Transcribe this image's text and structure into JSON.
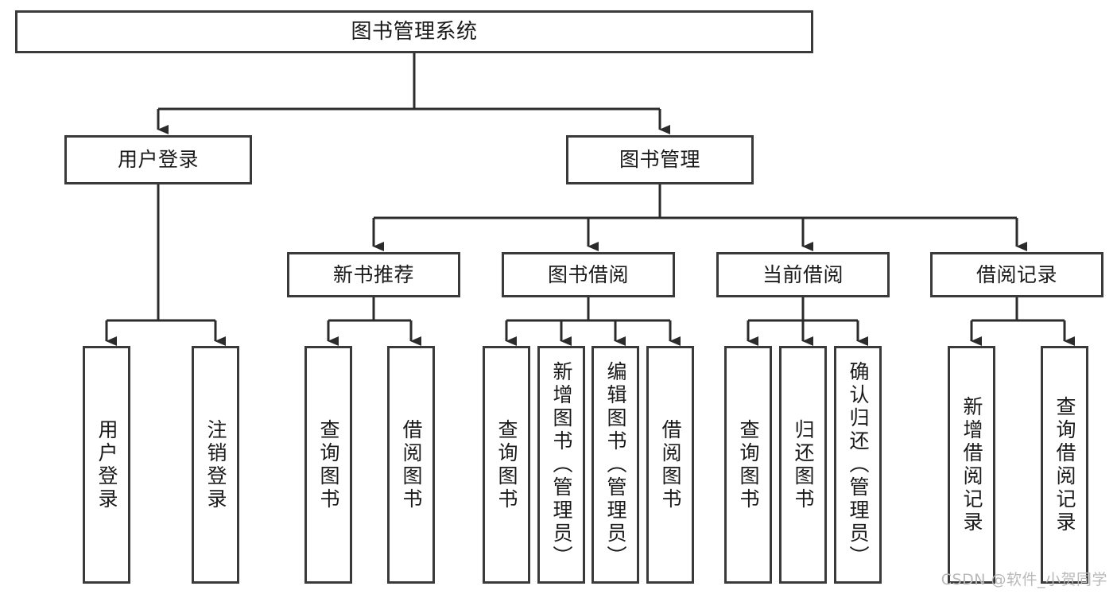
{
  "diagram": {
    "type": "tree-hierarchy-flowchart",
    "title_node": {
      "label": "图书管理系统"
    },
    "level2": [
      {
        "id": "user-login",
        "label": "用户登录"
      },
      {
        "id": "book-management",
        "label": "图书管理"
      }
    ],
    "level3": [
      {
        "id": "new-book-recommend",
        "label": "新书推荐",
        "parent": "book-management"
      },
      {
        "id": "book-borrow",
        "label": "图书借阅",
        "parent": "book-management"
      },
      {
        "id": "current-borrow",
        "label": "当前借阅",
        "parent": "book-management"
      },
      {
        "id": "borrow-record",
        "label": "借阅记录",
        "parent": "book-management"
      }
    ],
    "leaves": [
      {
        "id": "leaf-user-login",
        "label": "用户登录",
        "parent": "user-login"
      },
      {
        "id": "leaf-logout-login",
        "label": "注销登录",
        "parent": "user-login"
      },
      {
        "id": "leaf-query-book-1",
        "label": "查询图书",
        "parent": "new-book-recommend"
      },
      {
        "id": "leaf-borrow-book-1",
        "label": "借阅图书",
        "parent": "new-book-recommend"
      },
      {
        "id": "leaf-query-book-2",
        "label": "查询图书",
        "parent": "book-borrow"
      },
      {
        "id": "leaf-add-book",
        "label": "新增图书（管理员）",
        "parent": "book-borrow"
      },
      {
        "id": "leaf-edit-book",
        "label": "编辑图书（管理员）",
        "parent": "book-borrow"
      },
      {
        "id": "leaf-borrow-book-2",
        "label": "借阅图书",
        "parent": "book-borrow"
      },
      {
        "id": "leaf-query-book-3",
        "label": "查询图书",
        "parent": "current-borrow"
      },
      {
        "id": "leaf-return-book",
        "label": "归还图书",
        "parent": "current-borrow"
      },
      {
        "id": "leaf-confirm-return",
        "label": "确认归还（管理员）",
        "parent": "current-borrow"
      },
      {
        "id": "leaf-add-record",
        "label": "新增借阅记录",
        "parent": "borrow-record"
      },
      {
        "id": "leaf-query-record",
        "label": "查询借阅记录",
        "parent": "borrow-record"
      }
    ]
  },
  "watermark": {
    "text": "CSDN @软件_小贺同学"
  },
  "colors": {
    "box_border": "#3a3a3a",
    "line": "#2b2b2b",
    "text": "#1a1a1a",
    "background": "#ffffff",
    "watermark": "#b9b9b9"
  }
}
